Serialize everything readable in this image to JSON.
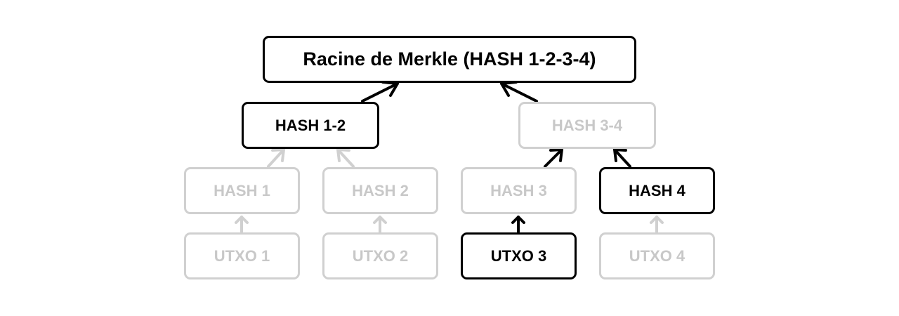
{
  "colors": {
    "active": "#000000",
    "faded_border": "#d0d0d0",
    "faded_text": "#c8c8c8",
    "background": "#ffffff"
  },
  "nodes": {
    "root": {
      "label": "Racine de Merkle (HASH 1-2-3-4)",
      "highlighted": true
    },
    "hash_1_2": {
      "label": "HASH 1-2",
      "highlighted": true
    },
    "hash_3_4": {
      "label": "HASH 3-4",
      "highlighted": false
    },
    "hash_1": {
      "label": "HASH 1",
      "highlighted": false
    },
    "hash_2": {
      "label": "HASH 2",
      "highlighted": false
    },
    "hash_3": {
      "label": "HASH 3",
      "highlighted": false
    },
    "hash_4": {
      "label": "HASH 4",
      "highlighted": true
    },
    "utxo_1": {
      "label": "UTXO 1",
      "highlighted": false
    },
    "utxo_2": {
      "label": "UTXO 2",
      "highlighted": false
    },
    "utxo_3": {
      "label": "UTXO 3",
      "highlighted": true
    },
    "utxo_4": {
      "label": "UTXO 4",
      "highlighted": false
    }
  },
  "edges": [
    {
      "from": "hash_1_2",
      "to": "root",
      "highlighted": true
    },
    {
      "from": "hash_3_4",
      "to": "root",
      "highlighted": true
    },
    {
      "from": "hash_1",
      "to": "hash_1_2",
      "highlighted": false
    },
    {
      "from": "hash_2",
      "to": "hash_1_2",
      "highlighted": false
    },
    {
      "from": "hash_3",
      "to": "hash_3_4",
      "highlighted": true
    },
    {
      "from": "hash_4",
      "to": "hash_3_4",
      "highlighted": true
    },
    {
      "from": "utxo_1",
      "to": "hash_1",
      "highlighted": false
    },
    {
      "from": "utxo_2",
      "to": "hash_2",
      "highlighted": false
    },
    {
      "from": "utxo_3",
      "to": "hash_3",
      "highlighted": true
    },
    {
      "from": "utxo_4",
      "to": "hash_4",
      "highlighted": false
    }
  ]
}
